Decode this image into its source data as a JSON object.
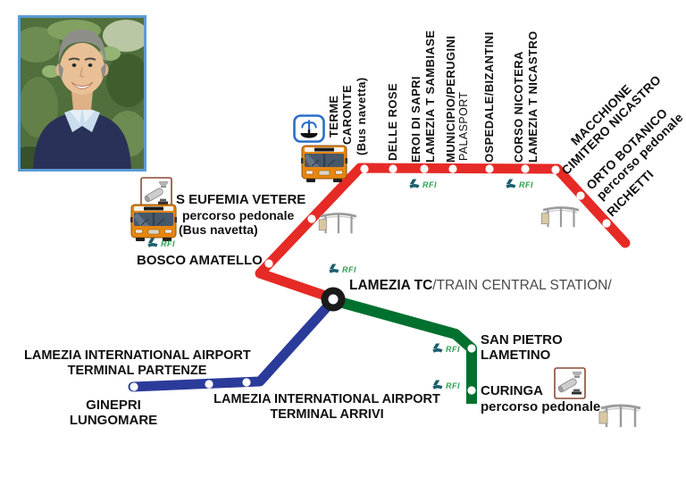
{
  "rfi_label": "RFI",
  "hub_station": {
    "name_bold": "LAMEZIA TC",
    "name_rest": "/TRAIN CENTRAL STATION/"
  },
  "red_line": {
    "color": "#e62a26",
    "stations": {
      "bosco_amatello": "BOSCO AMATELLO",
      "s_eufemia": "S EUFEMIA VETERE",
      "s_eufemia_note1": "percorso pedonale",
      "s_eufemia_note2": "(Bus navetta)",
      "terme_line1": "TERME",
      "terme_line2": "CARONTE",
      "terme_note": "(Bus navetta)",
      "delle_rose": "DELLE ROSE",
      "eroi_sambiase": "EROI DI SAPRI\nLAMEZIA T SAMBIASE",
      "municipio": "MUNICIPIO/PERUGINI",
      "palasport": "PALASPORT",
      "ospedale": "OSPEDALE/BIZANTINI",
      "nicastro": "CORSO NICOTERA\nLAMEZIA T NICASTRO",
      "macchione": "MACCHIONE\nCIMITERO NICASTRO",
      "orto_botanico": "ORTO BOTANICO\npercorso pedonale",
      "richetti": "RICHETTI"
    }
  },
  "blue_line": {
    "color": "#2a3b9a",
    "stations": {
      "partenze": "LAMEZIA INTERNATIONAL AIRPORT\nTERMINAL PARTENZE",
      "arrivi": "LAMEZIA INTERNATIONAL AIRPORT\nTERMINAL ARRIVI",
      "ginepri": "GINEPRI\nLUNGOMARE"
    }
  },
  "green_line": {
    "color": "#00702e",
    "stations": {
      "san_pietro": "SAN PIETRO\nLAMETINO",
      "curinga": "CURINGA",
      "curinga_note": "percorso pedonale"
    }
  }
}
